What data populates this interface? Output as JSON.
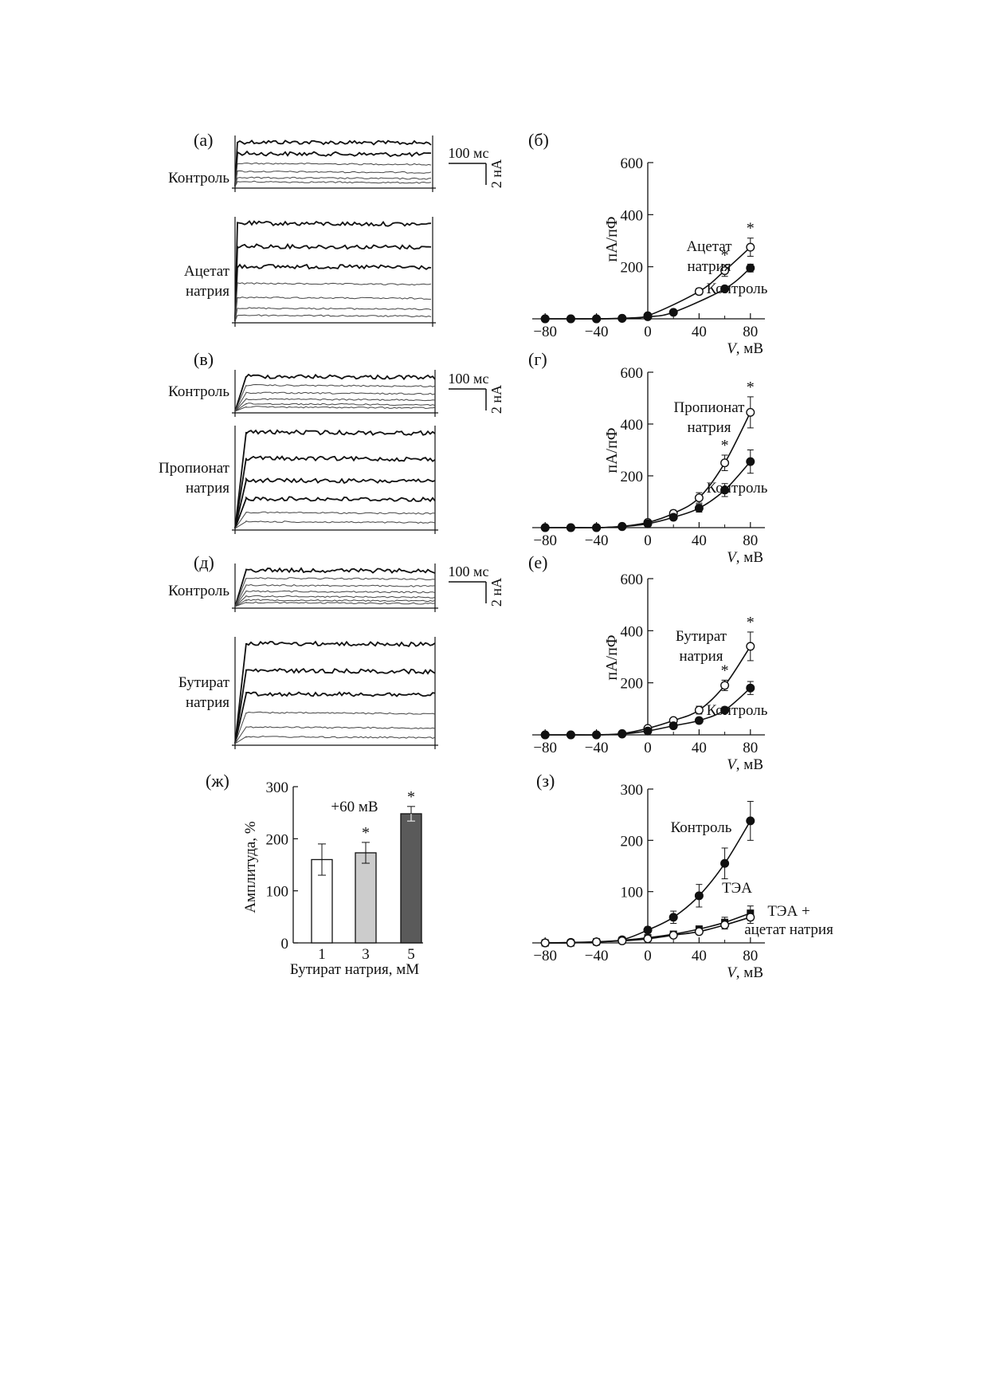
{
  "colors": {
    "ink": "#111111",
    "bar_white": "#ffffff",
    "bar_light": "#cccccc",
    "bar_dark": "#5a5a5a"
  },
  "trace_panels": [
    {
      "id": "a",
      "letter": "(а)",
      "rows": [
        {
          "label_lines": [
            "Контроль"
          ]
        },
        {
          "label_lines": [
            "Ацетат",
            "натрия"
          ]
        }
      ],
      "scale": {
        "time": "100 мс",
        "current": "2 нА"
      }
    },
    {
      "id": "v",
      "letter": "(в)",
      "rows": [
        {
          "label_lines": [
            "Контроль"
          ]
        },
        {
          "label_lines": [
            "Пропионат",
            "натрия"
          ]
        }
      ],
      "scale": {
        "time": "100 мс",
        "current": "2 нА"
      }
    },
    {
      "id": "d",
      "letter": "(д)",
      "rows": [
        {
          "label_lines": [
            "Контроль"
          ]
        },
        {
          "label_lines": [
            "Бутират",
            "натрия"
          ]
        }
      ],
      "scale": {
        "time": "100 мс",
        "current": "2 нА"
      }
    }
  ],
  "chart_data": [
    {
      "id": "b",
      "letter": "(б)",
      "type": "line",
      "xlabel_italic": "V",
      "xlabel_rest": ", мВ",
      "ylabel": "пА/пФ",
      "xlim": [
        -90,
        90
      ],
      "ylim": [
        0,
        600
      ],
      "xticks": [
        -80,
        -40,
        0,
        40,
        80
      ],
      "yticks": [
        200,
        400,
        600
      ],
      "x": [
        -80,
        -60,
        -40,
        -20,
        0,
        20,
        40,
        60,
        80
      ],
      "series": [
        {
          "name_lines": [
            "Ацетат",
            "натрия"
          ],
          "marker": "open",
          "values": [
            0,
            0,
            0,
            2,
            12,
            null,
            105,
            185,
            275
          ],
          "errors": [
            0,
            0,
            0,
            2,
            4,
            null,
            12,
            22,
            35
          ],
          "stars_at": [
            60,
            80
          ]
        },
        {
          "name_lines": [
            "Контроль"
          ],
          "marker": "filled",
          "values": [
            0,
            0,
            0,
            2,
            8,
            25,
            null,
            115,
            195
          ],
          "errors": [
            0,
            0,
            0,
            2,
            3,
            5,
            null,
            10,
            15
          ],
          "stars_at": []
        }
      ]
    },
    {
      "id": "g",
      "letter": "(г)",
      "type": "line",
      "xlabel_italic": "V",
      "xlabel_rest": ", мВ",
      "ylabel": "пА/пФ",
      "xlim": [
        -90,
        90
      ],
      "ylim": [
        0,
        600
      ],
      "xticks": [
        -80,
        -40,
        0,
        40,
        80
      ],
      "yticks": [
        200,
        400,
        600
      ],
      "x": [
        -80,
        -60,
        -40,
        -20,
        0,
        20,
        40,
        60,
        80
      ],
      "series": [
        {
          "name_lines": [
            "Пропионат",
            "натрия"
          ],
          "marker": "open",
          "values": [
            0,
            0,
            0,
            5,
            20,
            55,
            115,
            250,
            445
          ],
          "errors": [
            0,
            0,
            0,
            3,
            5,
            12,
            20,
            30,
            60
          ],
          "stars_at": [
            60,
            80
          ]
        },
        {
          "name_lines": [
            "Контроль"
          ],
          "marker": "filled",
          "values": [
            0,
            0,
            0,
            4,
            15,
            40,
            75,
            145,
            255
          ],
          "errors": [
            0,
            0,
            0,
            3,
            4,
            8,
            15,
            25,
            45
          ],
          "stars_at": []
        }
      ]
    },
    {
      "id": "e",
      "letter": "(е)",
      "type": "line",
      "xlabel_italic": "V",
      "xlabel_rest": ", мВ",
      "ylabel": "пА/пФ",
      "xlim": [
        -90,
        90
      ],
      "ylim": [
        0,
        600
      ],
      "xticks": [
        -80,
        -40,
        0,
        40,
        80
      ],
      "yticks": [
        200,
        400,
        600
      ],
      "x": [
        -80,
        -60,
        -40,
        -20,
        0,
        20,
        40,
        60,
        80
      ],
      "series": [
        {
          "name_lines": [
            "Бутират",
            "натрия"
          ],
          "marker": "open",
          "values": [
            0,
            0,
            0,
            5,
            25,
            55,
            95,
            190,
            340
          ],
          "errors": [
            0,
            0,
            0,
            3,
            5,
            8,
            15,
            20,
            55
          ],
          "stars_at": [
            60,
            80
          ]
        },
        {
          "name_lines": [
            "Контроль"
          ],
          "marker": "filled",
          "values": [
            0,
            0,
            0,
            3,
            15,
            35,
            55,
            95,
            180
          ],
          "errors": [
            0,
            0,
            0,
            2,
            4,
            6,
            10,
            12,
            25
          ],
          "stars_at": []
        }
      ]
    },
    {
      "id": "zh",
      "letter": "(ж)",
      "type": "bar",
      "annotation": "+60 мВ",
      "categories": [
        "1",
        "3",
        "5"
      ],
      "values": [
        160,
        173,
        248
      ],
      "errors": [
        30,
        20,
        14
      ],
      "stars": [
        false,
        true,
        true
      ],
      "fills": [
        "#ffffff",
        "#cccccc",
        "#5a5a5a"
      ],
      "ylabel": "Амплитуда, %",
      "xlabel": "Бутират натрия, мМ",
      "ylim": [
        0,
        300
      ],
      "yticks": [
        0,
        100,
        200,
        300
      ]
    },
    {
      "id": "z",
      "letter": "(з)",
      "type": "line",
      "xlabel_italic": "V",
      "xlabel_rest": ", мВ",
      "ylabel": "",
      "xlim": [
        -90,
        90
      ],
      "ylim": [
        0,
        300
      ],
      "xticks": [
        -80,
        -40,
        0,
        40,
        80
      ],
      "yticks": [
        100,
        200,
        300
      ],
      "x": [
        -80,
        -60,
        -40,
        -20,
        0,
        20,
        40,
        60,
        80
      ],
      "series": [
        {
          "name_lines": [
            "Контроль"
          ],
          "marker": "filled",
          "values": [
            0,
            1,
            2,
            6,
            25,
            50,
            92,
            155,
            238
          ],
          "errors": [
            0,
            1,
            1,
            3,
            6,
            12,
            22,
            30,
            38
          ],
          "stars_at": []
        },
        {
          "name_lines": [
            "ТЭА"
          ],
          "marker": "square",
          "values": [
            0,
            0,
            2,
            5,
            10,
            17,
            27,
            40,
            58
          ],
          "errors": [
            0,
            0,
            1,
            2,
            3,
            4,
            6,
            10,
            14
          ],
          "stars_at": []
        },
        {
          "name_lines": [
            "ТЭА +",
            "ацетат натрия"
          ],
          "marker": "open",
          "values": [
            0,
            0,
            2,
            4,
            8,
            15,
            22,
            35,
            50
          ],
          "errors": [
            0,
            0,
            1,
            2,
            3,
            4,
            5,
            8,
            12
          ],
          "stars_at": []
        }
      ]
    }
  ]
}
